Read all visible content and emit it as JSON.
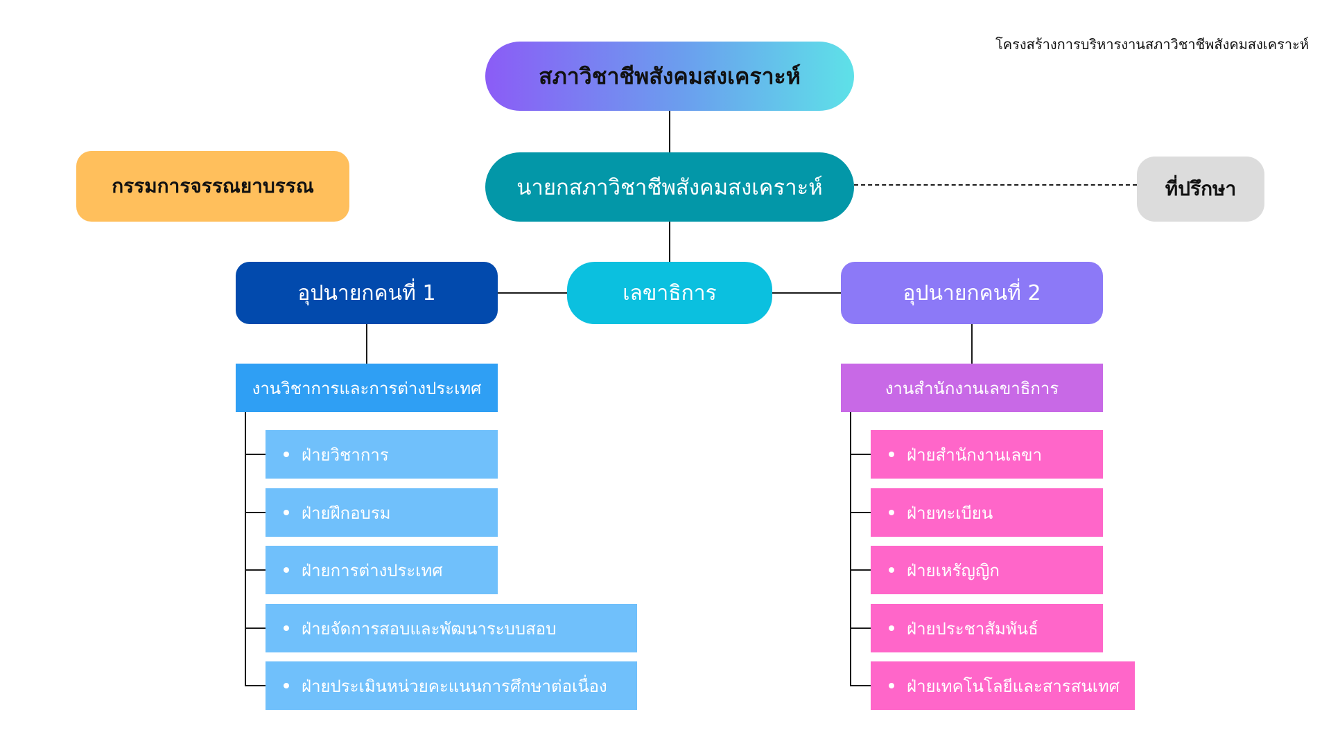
{
  "caption": "โครงสร้างการบริหารงานสภาวิชาชีพสังคมสงเคราะห์",
  "council": "สภาวิชาชีพสังคมสงเคราะห์",
  "president": "นายกสภาวิชาชีพสังคมสงเคราะห์",
  "ethics_committee": "กรรมการจรรณยาบรรณ",
  "advisor": "ที่ปรึกษา",
  "vice_president_1": "อุปนายกคนที่ 1",
  "secretary": "เลขาธิการ",
  "vice_president_2": "อุปนายกคนที่ 2",
  "left_department": {
    "title": "งานวิชาการและการต่างประเทศ",
    "units": [
      "ฝ่ายวิชาการ",
      "ฝ่ายฝึกอบรม",
      "ฝ่ายการต่างประเทศ",
      "ฝ่ายจัดการสอบและพัฒนาระบบสอบ",
      "ฝ่ายประเมินหน่วยคะแนนการศึกษาต่อเนื่อง"
    ]
  },
  "right_department": {
    "title": "งานสำนักงานเลขาธิการ",
    "units": [
      "ฝ่ายสำนักงานเลขา",
      "ฝ่ายทะเบียน",
      "ฝ่ายเหรัญญิก",
      "ฝ่ายประชาสัมพันธ์",
      "ฝ่ายเทคโนโลยีและสารสนเทศ"
    ]
  },
  "colors": {
    "council_gradient": [
      "#8b5cf6",
      "#5ee1e8"
    ],
    "president": "#0397a8",
    "ethics": "#ffbf5c",
    "advisor": "#dcdcdc",
    "vice_president_1": "#024aad",
    "secretary": "#0bc0df",
    "vice_president_2": "#8c79f7",
    "left_department": "#2f9ff4",
    "left_units": "#70c0fb",
    "right_department": "#c869e6",
    "right_units": "#ff66c9"
  }
}
